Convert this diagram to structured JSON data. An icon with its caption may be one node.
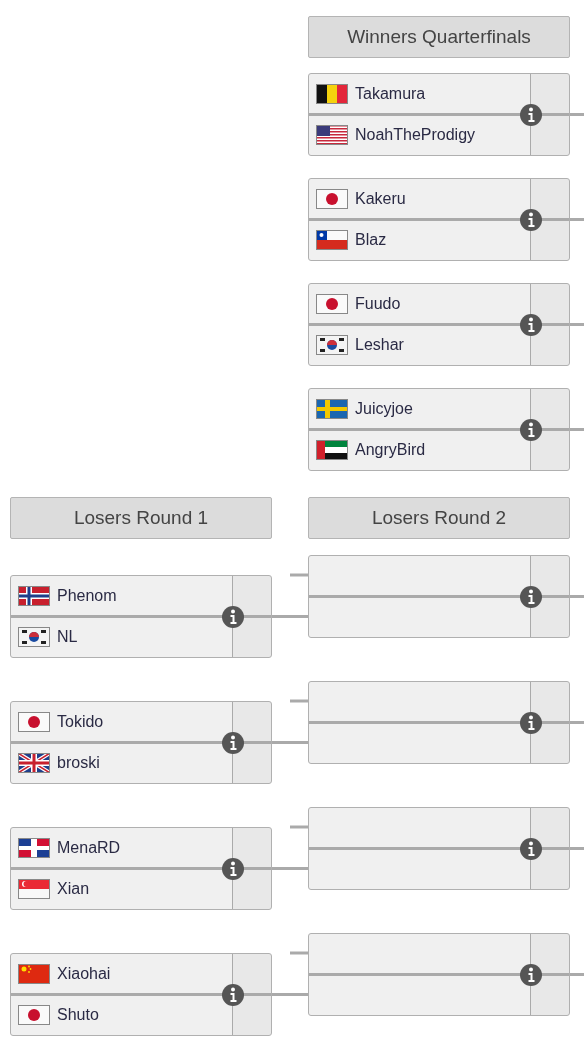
{
  "diagram": {
    "nodes": [
      {
        "text": [
          "Winners Quarterfinals"
        ]
      },
      {
        "text": [
          "Takamura",
          "NoahTheProdigy"
        ]
      },
      {
        "text": [
          "Kakeru",
          "Blaz"
        ]
      },
      {
        "text": [
          "Fuudo",
          "Leshar"
        ]
      },
      {
        "text": [
          "Juicyjoe",
          "AngryBird"
        ]
      },
      {
        "text": [
          "Losers Round 1"
        ]
      },
      {
        "text": [
          "Losers Round 2"
        ]
      },
      {
        "text": [],
        "shape": "box"
      },
      {
        "text": [
          "Phenom",
          "NL"
        ]
      },
      {
        "text": [],
        "shape": "box"
      },
      {
        "text": [
          "Tokido",
          "broski"
        ]
      },
      {
        "text": [],
        "shape": "box"
      },
      {
        "text": [
          "MenaRD",
          "Xian"
        ]
      },
      {
        "text": [],
        "shape": "box"
      },
      {
        "text": [
          "Xiaohai",
          "Shuto"
        ]
      }
    ],
    "edges": [
      {
        "from": 1,
        "to": null,
        "arrow": "none"
      },
      {
        "from": 2,
        "to": null,
        "arrow": "none"
      },
      {
        "from": 3,
        "to": null,
        "arrow": "none"
      },
      {
        "from": 4,
        "to": null,
        "arrow": "none"
      },
      {
        "from": null,
        "to": 7,
        "arrow": "none"
      },
      {
        "from": 8,
        "to": 7,
        "arrow": "none"
      },
      {
        "from": 7,
        "to": null,
        "arrow": "none"
      },
      {
        "from": null,
        "to": 9,
        "arrow": "none"
      },
      {
        "from": 10,
        "to": 9,
        "arrow": "none"
      },
      {
        "from": 9,
        "to": null,
        "arrow": "none"
      },
      {
        "from": null,
        "to": 11,
        "arrow": "none"
      },
      {
        "from": 12,
        "to": 11,
        "arrow": "none"
      },
      {
        "from": 11,
        "to": null,
        "arrow": "none"
      },
      {
        "from": null,
        "to": 13,
        "arrow": "none"
      },
      {
        "from": 14,
        "to": 13,
        "arrow": "none"
      },
      {
        "from": 13,
        "to": null,
        "arrow": "none"
      }
    ]
  }
}
